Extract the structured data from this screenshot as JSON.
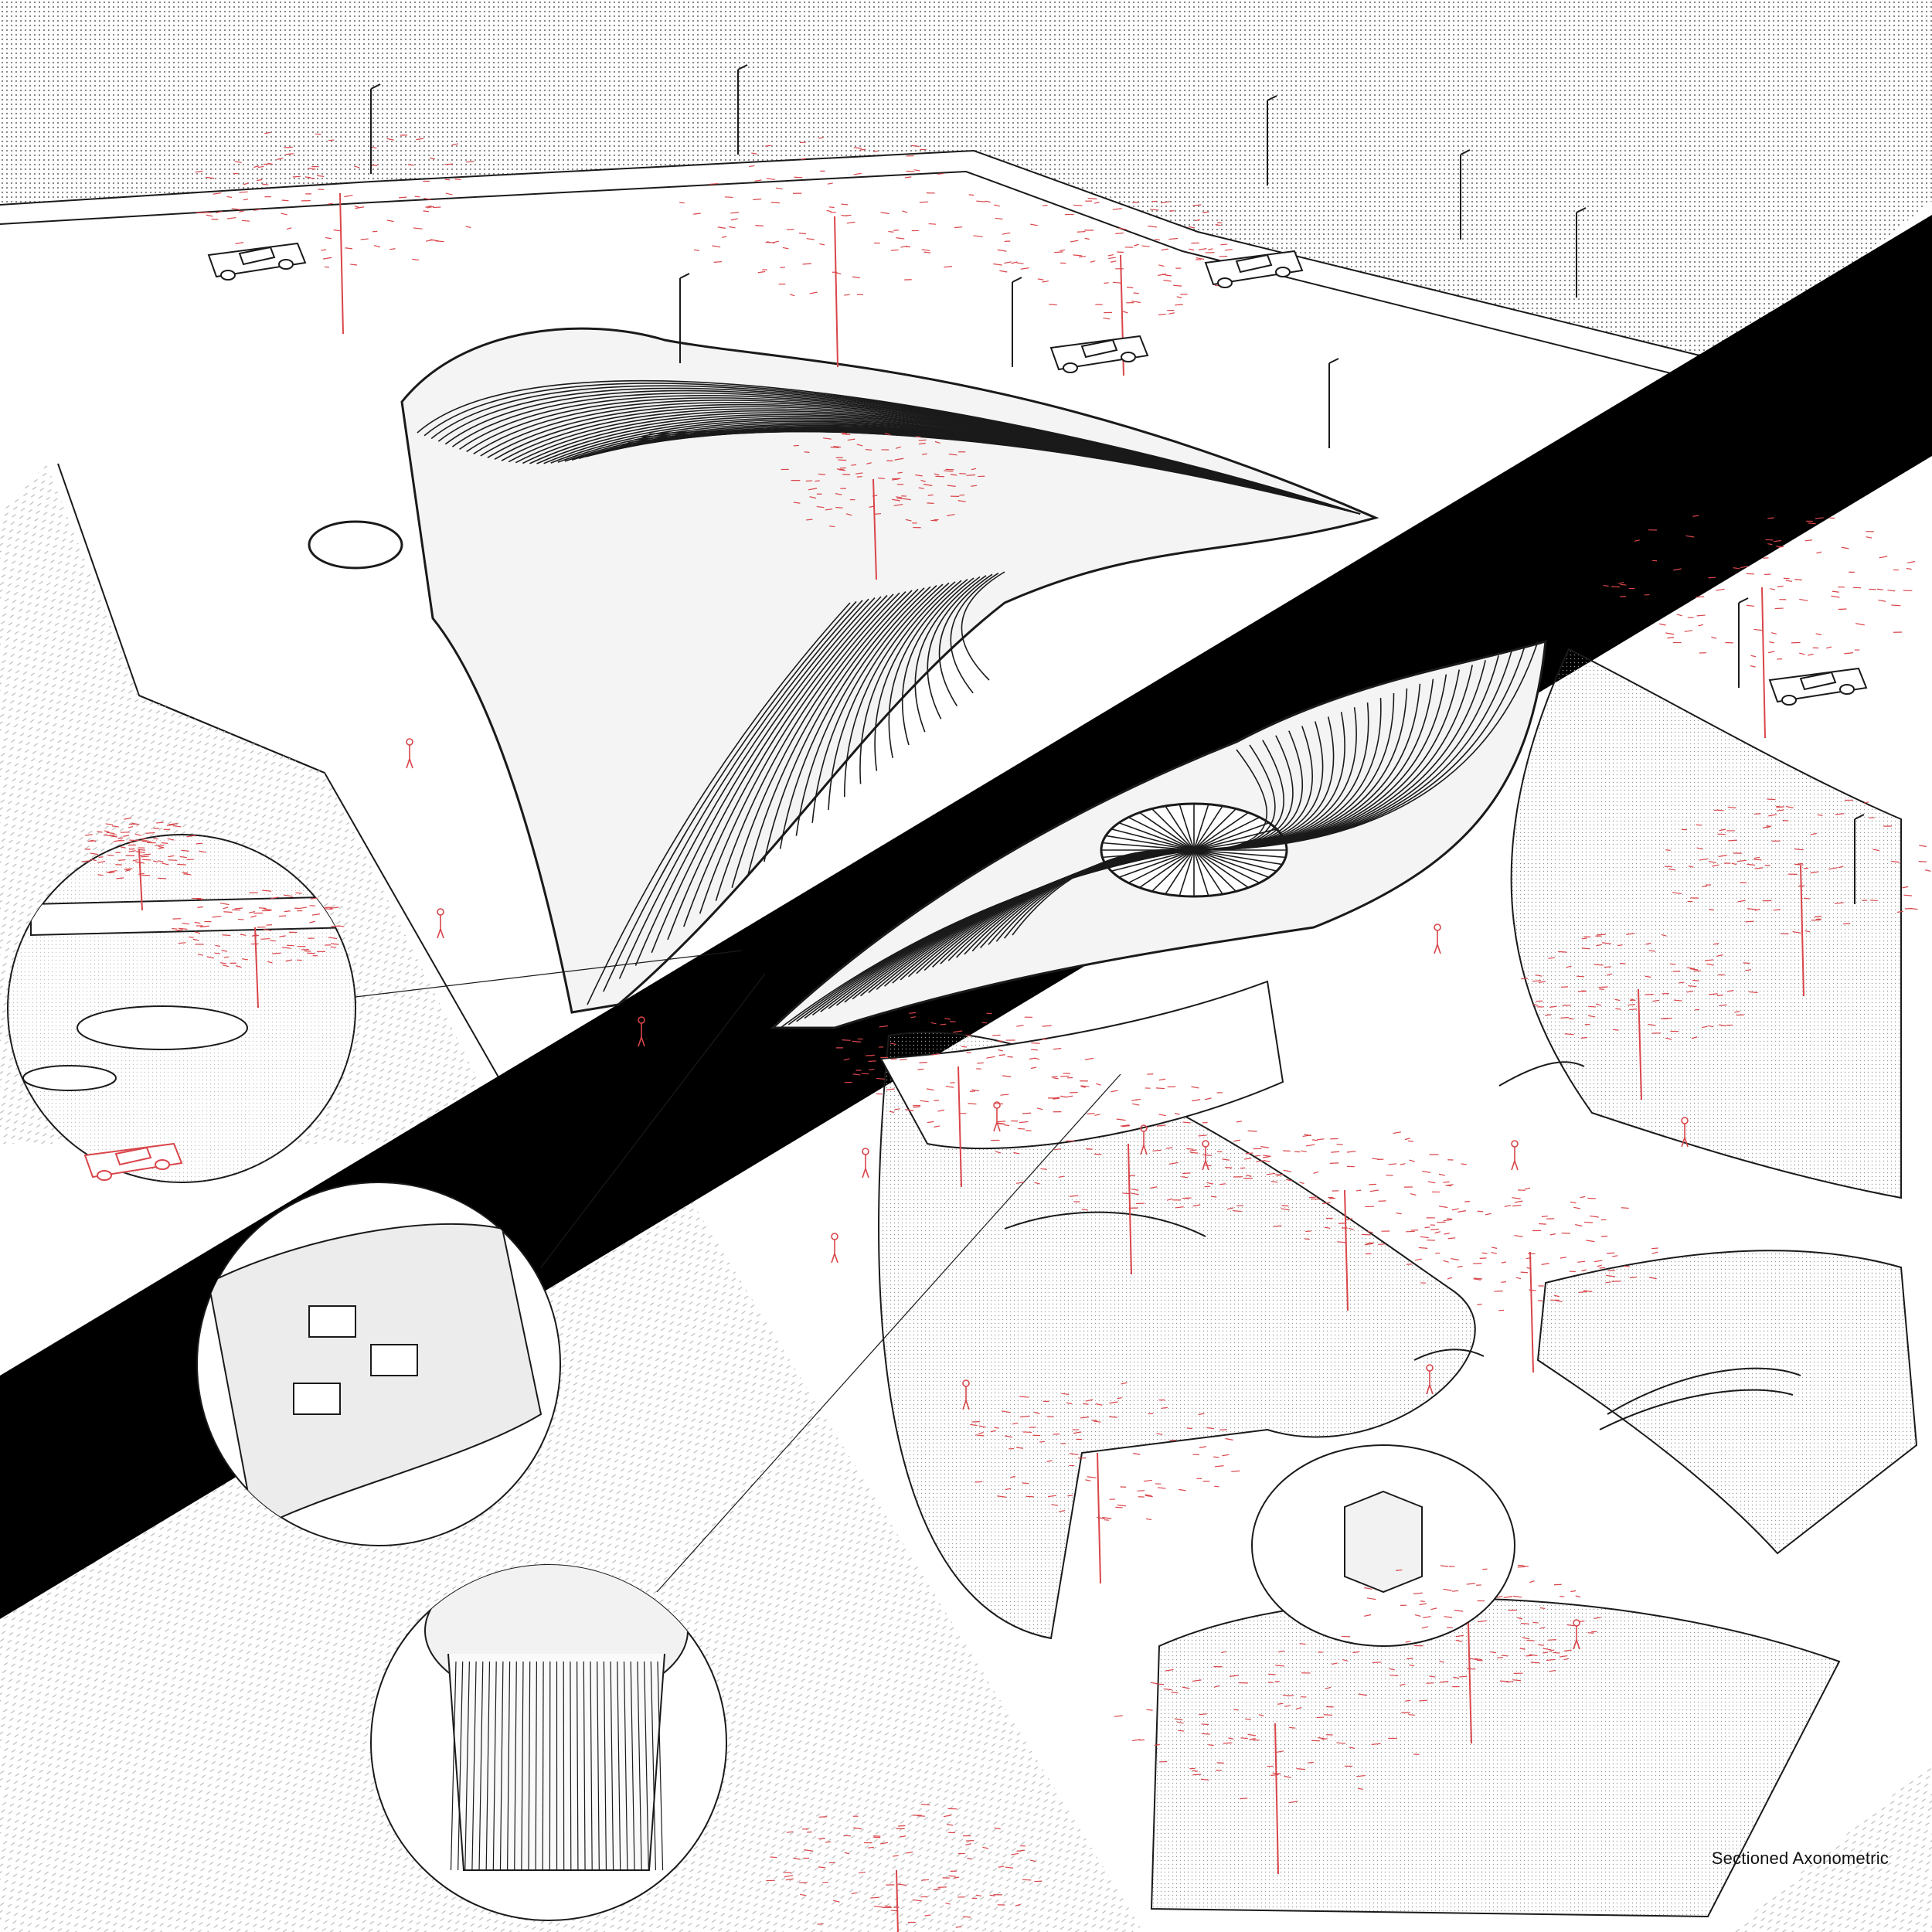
{
  "caption": "Sectioned Axonometric",
  "colors": {
    "ink": "#1a1a1a",
    "section_cut": "#000000",
    "vegetation": "#d9454a",
    "ground_tone": "#d9d9d9",
    "paper": "#ffffff"
  },
  "figures": {
    "detail_insets": [
      "plaza-detail",
      "gallery-interior-detail",
      "stair-core-detail"
    ],
    "icons": [
      "tree-icon",
      "car-icon",
      "person-icon",
      "streetlight-icon"
    ]
  }
}
